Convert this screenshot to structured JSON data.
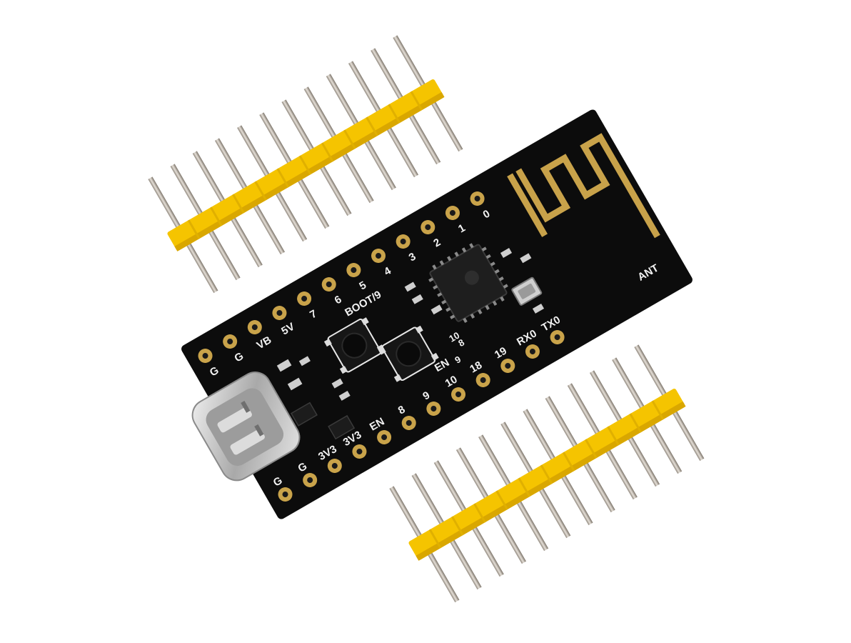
{
  "board": {
    "colors": {
      "pcb": "#0c0c0c",
      "header_plastic": "#f5c400",
      "header_plastic_shade": "#d9a700",
      "pin_metal": "#b8b0a6",
      "pad_gold": "#c9a34a",
      "antenna_gold": "#c8a24a",
      "silkscreen": "#f2f2f2",
      "usb_metal": "#c9c9c9"
    },
    "icons": {
      "usb_connector": "usb-c-icon",
      "chip": "microcontroller-chip-icon",
      "crystal": "crystal-oscillator-icon",
      "button": "tactile-button-icon",
      "antenna": "pcb-antenna-icon"
    },
    "labels": {
      "antenna": "ANT",
      "boot": "BOOT/9",
      "en_button": "EN",
      "top_pins": [
        "G",
        "G",
        "VB",
        "5V",
        "7",
        "6",
        "5",
        "4",
        "3",
        "2",
        "1",
        "0"
      ],
      "bottom_pins": [
        "G",
        "G",
        "3V3",
        "3V3",
        "EN",
        "8",
        "9",
        "10",
        "18",
        "19",
        "RX0",
        "TX0"
      ],
      "small_8": "8",
      "small_9": "9",
      "small_10": "10"
    }
  }
}
